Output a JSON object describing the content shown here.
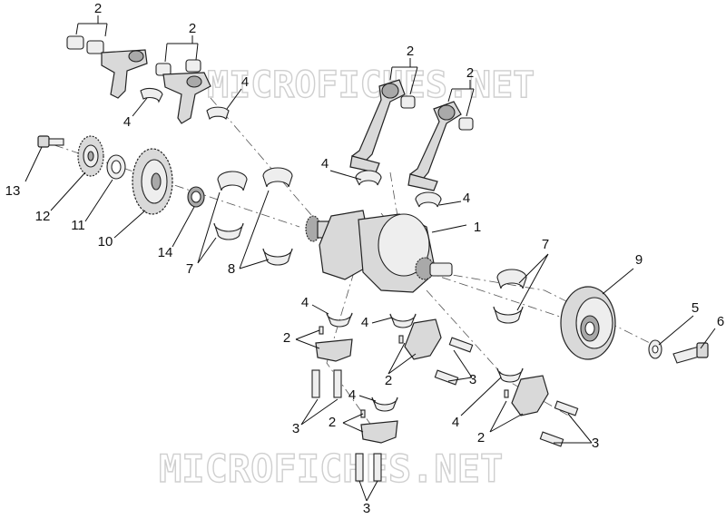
{
  "watermark": {
    "top": "MICROFICHES.NET",
    "bottom": "MICROFICHES.NET"
  },
  "callouts": {
    "c2_a": "2",
    "c2_b": "2",
    "c2_c": "2",
    "c2_d": "2",
    "c4_a": "4",
    "c4_b": "4",
    "c4_c": "4",
    "c4_d": "4",
    "c13": "13",
    "c12": "12",
    "c11": "11",
    "c10": "10",
    "c14": "14",
    "c7_a": "7",
    "c8": "8",
    "c1": "1",
    "c7_b": "7",
    "c9": "9",
    "c5": "5",
    "c6": "6",
    "c4_e": "4",
    "c4_f": "4",
    "c2_e": "2",
    "c2_f": "2",
    "c3_a": "3",
    "c4_g": "4",
    "c2_g": "2",
    "c3_b": "3",
    "c4_h": "4",
    "c2_h": "2",
    "c3_c": "3",
    "c3_d": "3"
  }
}
